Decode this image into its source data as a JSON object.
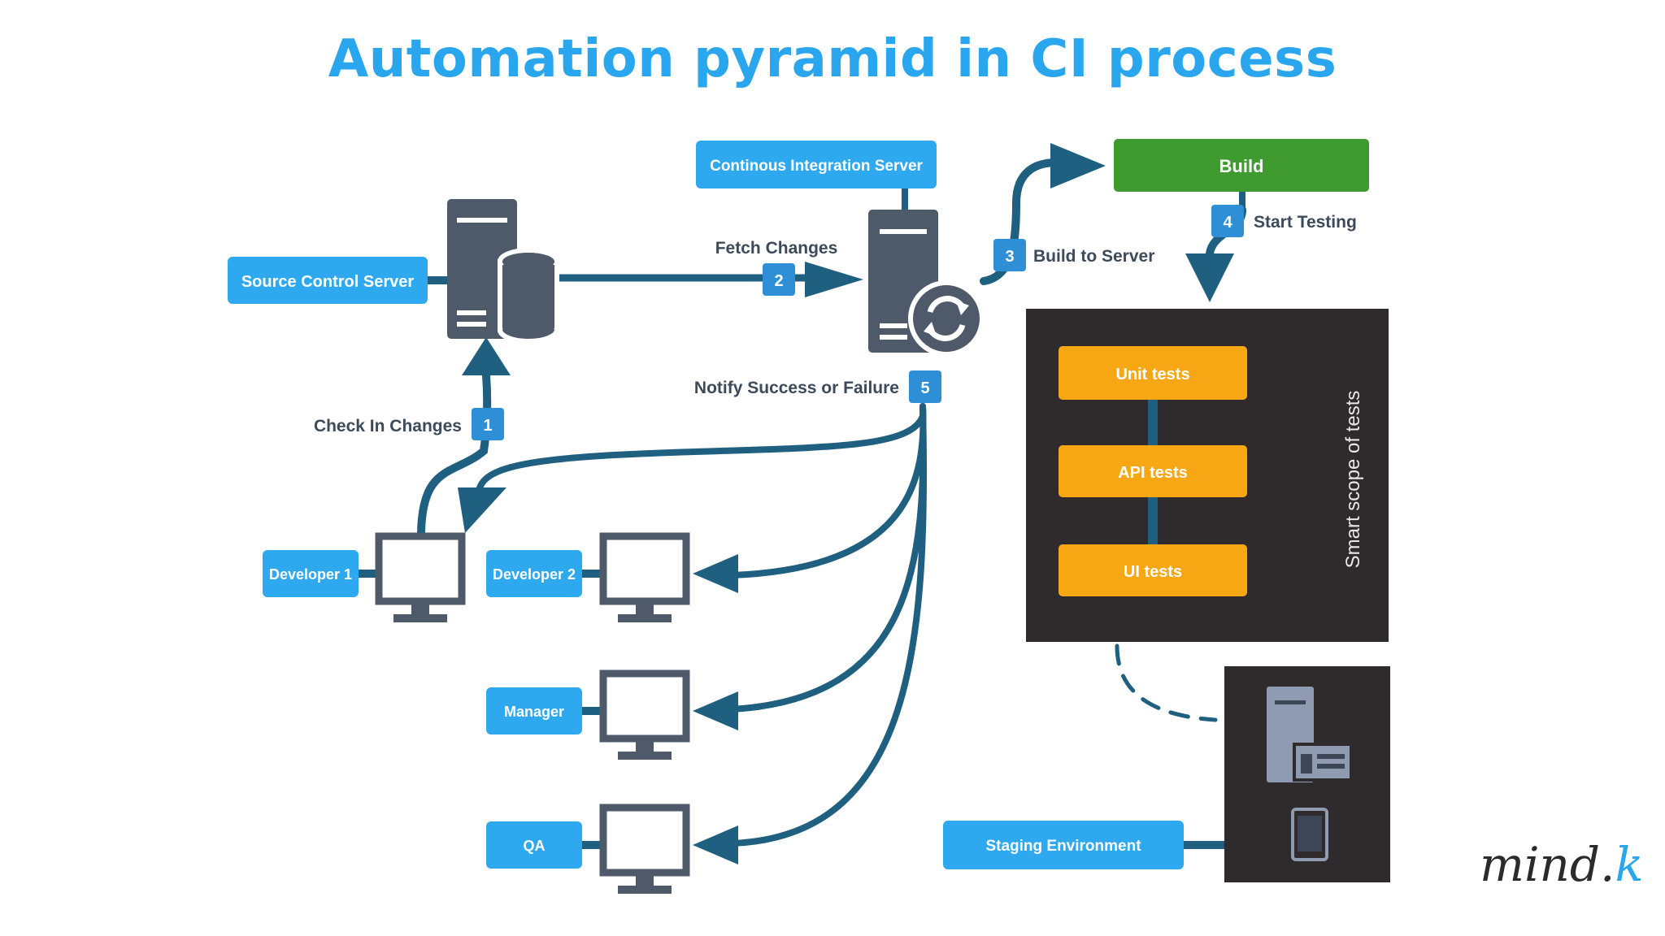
{
  "title": "Automation pyramid in CI process",
  "colors": {
    "title": "#2aa6ee",
    "label_box": "#2ea8ef",
    "flow": "#1f5f80",
    "server": "#4e5a6a",
    "build": "#3f9a2f",
    "test_box": "#f7a713",
    "dark_panel": "#2f2b2c",
    "step_badge": "#2f8fd6"
  },
  "nodes": {
    "source_control": "Source Control Server",
    "ci_server": "Continous Integration Server",
    "build": "Build",
    "developer1": "Developer 1",
    "developer2": "Developer 2",
    "manager": "Manager",
    "qa": "QA",
    "staging": "Staging Environment"
  },
  "steps": [
    {
      "num": "1",
      "label": "Check In Changes"
    },
    {
      "num": "2",
      "label": "Fetch Changes"
    },
    {
      "num": "3",
      "label": "Build to Server"
    },
    {
      "num": "4",
      "label": "Start Testing"
    },
    {
      "num": "5",
      "label": "Notify Success or Failure"
    }
  ],
  "tests": {
    "levels": [
      "Unit tests",
      "API tests",
      "UI tests"
    ],
    "scope_label": "Smart scope of tests"
  },
  "icons": [
    "server-icon",
    "database-icon",
    "sync-icon",
    "monitor-icon",
    "mobile-icon",
    "browser-window-icon"
  ],
  "logo": {
    "main": "mind",
    "accent": "k"
  }
}
